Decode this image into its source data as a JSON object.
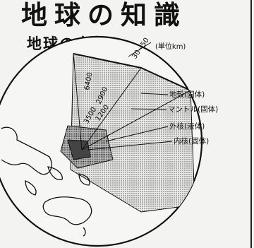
{
  "title": "地球の知識",
  "subtitle": "地球の内部",
  "unit_note": "(単位km)",
  "depth_labels": {
    "crust_thickness": "30~50",
    "mantle_depth": "2900",
    "radius": "6400",
    "outer_core_thickness": "3500",
    "inner_core_thickness": "1200"
  },
  "layer_labels": {
    "crust": "地殻(固体)",
    "mantle": "マントル(固体)",
    "outer_core": "外核(液体)",
    "inner_core": "内核(固体)"
  }
}
